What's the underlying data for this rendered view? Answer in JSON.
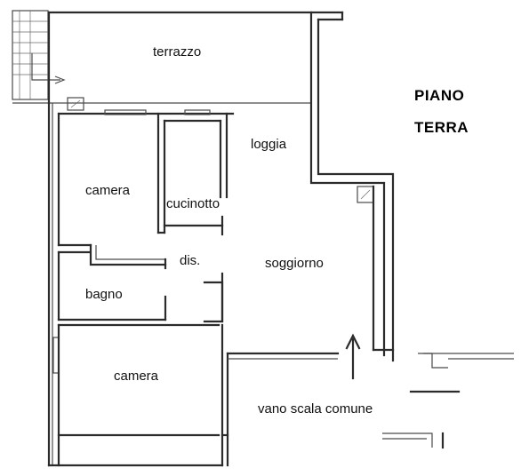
{
  "title": {
    "line1": "PIANO",
    "line2": "TERRA"
  },
  "rooms": {
    "terrazzo": "terrazzo",
    "loggia": "loggia",
    "camera_top": "camera",
    "cucinotto": "cucinotto",
    "dis": "dis.",
    "soggiorno": "soggiorno",
    "bagno": "bagno",
    "camera_bottom": "camera",
    "vano_scala": "vano scala comune"
  }
}
